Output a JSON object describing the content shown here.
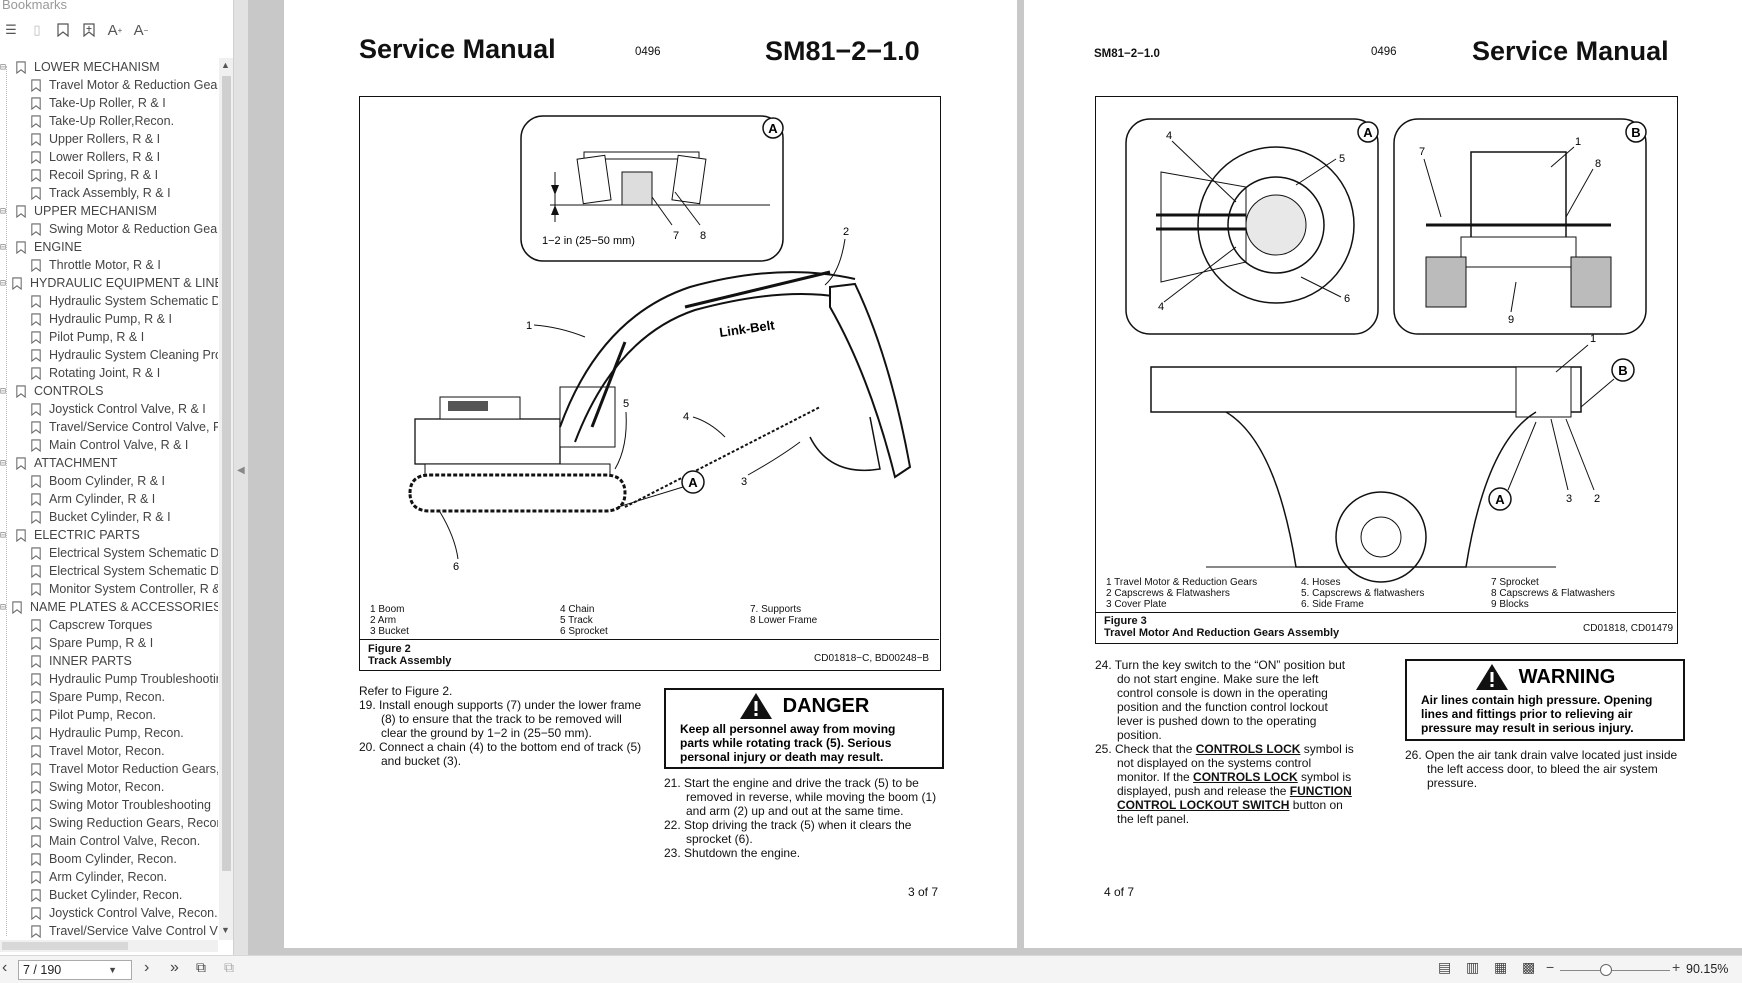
{
  "sidebar": {
    "title": "Bookmarks",
    "items": [
      {
        "label": "LOWER MECHANISM",
        "level": 0
      },
      {
        "label": "Travel Motor & Reduction  Gea",
        "level": 1
      },
      {
        "label": "Take-Up Roller, R & I",
        "level": 1
      },
      {
        "label": "Take-Up Roller,Recon.",
        "level": 1
      },
      {
        "label": "Upper Rollers, R & I",
        "level": 1
      },
      {
        "label": "Lower Rollers, R & I",
        "level": 1
      },
      {
        "label": "Recoil Spring, R & I",
        "level": 1
      },
      {
        "label": "Track Assembly, R & I",
        "level": 1
      },
      {
        "label": "UPPER MECHANISM",
        "level": 0
      },
      {
        "label": "Swing Motor & Reduction Gear",
        "level": 1
      },
      {
        "label": "ENGINE",
        "level": 0
      },
      {
        "label": "Throttle Motor, R & I",
        "level": 1
      },
      {
        "label": "HYDRAULIC EQUIPMENT & LINES",
        "level": 0
      },
      {
        "label": "Hydraulic System Schematic Di",
        "level": 1
      },
      {
        "label": "Hydraulic Pump, R & I",
        "level": 1
      },
      {
        "label": "Pilot Pump, R & I",
        "level": 1
      },
      {
        "label": "Hydraulic System Cleaning Proc",
        "level": 1
      },
      {
        "label": "Rotating Joint, R & I",
        "level": 1
      },
      {
        "label": "CONTROLS",
        "level": 0
      },
      {
        "label": "Joystick Control Valve, R & I",
        "level": 1
      },
      {
        "label": "Travel/Service Control Valve, R",
        "level": 1
      },
      {
        "label": "Main Control Valve, R & I",
        "level": 1
      },
      {
        "label": "ATTACHMENT",
        "level": 0
      },
      {
        "label": "Boom Cylinder, R & I",
        "level": 1
      },
      {
        "label": "Arm Cylinder, R & I",
        "level": 1
      },
      {
        "label": "Bucket Cylinder, R & I",
        "level": 1
      },
      {
        "label": "ELECTRIC PARTS",
        "level": 0
      },
      {
        "label": "Electrical System Schematic Di",
        "level": 1
      },
      {
        "label": "Electrical System Schematic Di",
        "level": 1
      },
      {
        "label": "Monitor System Controller, R &",
        "level": 1
      },
      {
        "label": "NAME PLATES & ACCESSORIES",
        "level": 0
      },
      {
        "label": "Capscrew Torques",
        "level": 1
      },
      {
        "label": "Spare Pump, R & I",
        "level": 1
      },
      {
        "label": "INNER PARTS",
        "level": 1
      },
      {
        "label": "Hydraulic Pump Troubleshootin",
        "level": 1
      },
      {
        "label": "Spare Pump, Recon.",
        "level": 1
      },
      {
        "label": "Pilot Pump, Recon.",
        "level": 1
      },
      {
        "label": "Hydraulic Pump, Recon.",
        "level": 1
      },
      {
        "label": "Travel Motor, Recon.",
        "level": 1
      },
      {
        "label": "Travel Motor Reduction Gears,",
        "level": 1
      },
      {
        "label": "Swing Motor, Recon.",
        "level": 1
      },
      {
        "label": "Swing Motor Troubleshooting",
        "level": 1
      },
      {
        "label": "Swing Reduction Gears, Recon",
        "level": 1
      },
      {
        "label": "Main Control Valve, Recon.",
        "level": 1
      },
      {
        "label": "Boom Cylinder, Recon.",
        "level": 1
      },
      {
        "label": "Arm Cylinder, Recon.",
        "level": 1
      },
      {
        "label": "Bucket Cylinder, Recon.",
        "level": 1
      },
      {
        "label": "Joystick Control Valve, Recon.",
        "level": 1
      },
      {
        "label": "Travel/Service Valve Control V:",
        "level": 1
      }
    ]
  },
  "page1": {
    "title": "Service Manual",
    "code": "0496",
    "doc": "SM81−2−1.0",
    "detail_label": "1−2 in (25−50 mm)",
    "callouts": {
      "A": "A",
      "n1": "1",
      "n2": "2",
      "n3": "3",
      "n4": "4",
      "n5": "5",
      "n6": "6",
      "n7": "7",
      "n8": "8"
    },
    "brand": "Link-Belt",
    "legend": {
      "col1": [
        "1    Boom",
        "2    Arm",
        "3    Bucket"
      ],
      "col2": [
        "4    Chain",
        "5    Track",
        "6    Sprocket"
      ],
      "col3": [
        "7.   Supports",
        "8    Lower Frame"
      ]
    },
    "fig_num": "Figure 2",
    "fig_title": "Track Assembly",
    "fig_ref": "CD01818−C, BD00248−B",
    "refer": "Refer to Figure 2.",
    "steps_left": [
      "19.  Install enough supports (7) under the lower frame (8) to ensure that the track to be removed will clear the ground by 1−2 in (25−50 mm).",
      "20.  Connect a chain (4) to the bottom end of track (5) and bucket (3)."
    ],
    "danger_head": "DANGER",
    "danger_body": "Keep all personnel away from moving parts while rotating track (5).  Serious personal injury or death may result.",
    "steps_right": [
      "21.  Start the engine and drive the track (5) to be removed in reverse, while moving the boom (1) and arm (2) up and out at the same time.",
      "22.  Stop driving the track (5) when it clears the sprocket (6).",
      "23.  Shutdown the engine."
    ],
    "page_num": "3 of 7"
  },
  "page2": {
    "doc": "SM81−2−1.0",
    "code": "0496",
    "title": "Service Manual",
    "callouts": {
      "A": "A",
      "B": "B",
      "n1": "1",
      "n2": "2",
      "n3": "3",
      "n4": "4",
      "n5": "5",
      "n6": "6",
      "n7": "7",
      "n8": "8",
      "n9": "9"
    },
    "legend": {
      "col1": [
        "1    Travel Motor & Reduction Gears",
        "2    Capscrews & Flatwashers",
        "3    Cover Plate"
      ],
      "col2": [
        "4.   Hoses",
        "5.   Capscrews & flatwashers",
        "6.   Side Frame"
      ],
      "col3": [
        "7    Sprocket",
        "8    Capscrews & Flatwashers",
        "9    Blocks"
      ]
    },
    "fig_num": "Figure 3",
    "fig_title": "Travel Motor And Reduction Gears Assembly",
    "fig_ref": "CD01818, CD01479",
    "step24": "24.  Turn the key switch to the “ON” position but do not start engine.  Make sure the left control console is down in the operating position and the function control lockout lever is pushed down to the operating position.",
    "step25_a": "25.  Check that the ",
    "step25_b": "CONTROLS LOCK",
    "step25_c": " symbol is not displayed on the systems control monitor.  If the ",
    "step25_d": "CONTROLS LOCK",
    "step25_e": " symbol is displayed, push and release the ",
    "step25_f": "FUNCTION CONTROL LOCKOUT SWITCH",
    "step25_g": " button on the left panel.",
    "warning_head": "WARNING",
    "warning_body": "Air lines contain high pressure.  Opening lines and fittings prior to relieving air pressure may result in serious injury.",
    "step26": "26.  Open the air tank drain valve located just inside the left access door, to bleed the air system pressure.",
    "page_num": "4 of 7"
  },
  "statusbar": {
    "page_field": "7 / 190",
    "zoom": "90.15%"
  }
}
